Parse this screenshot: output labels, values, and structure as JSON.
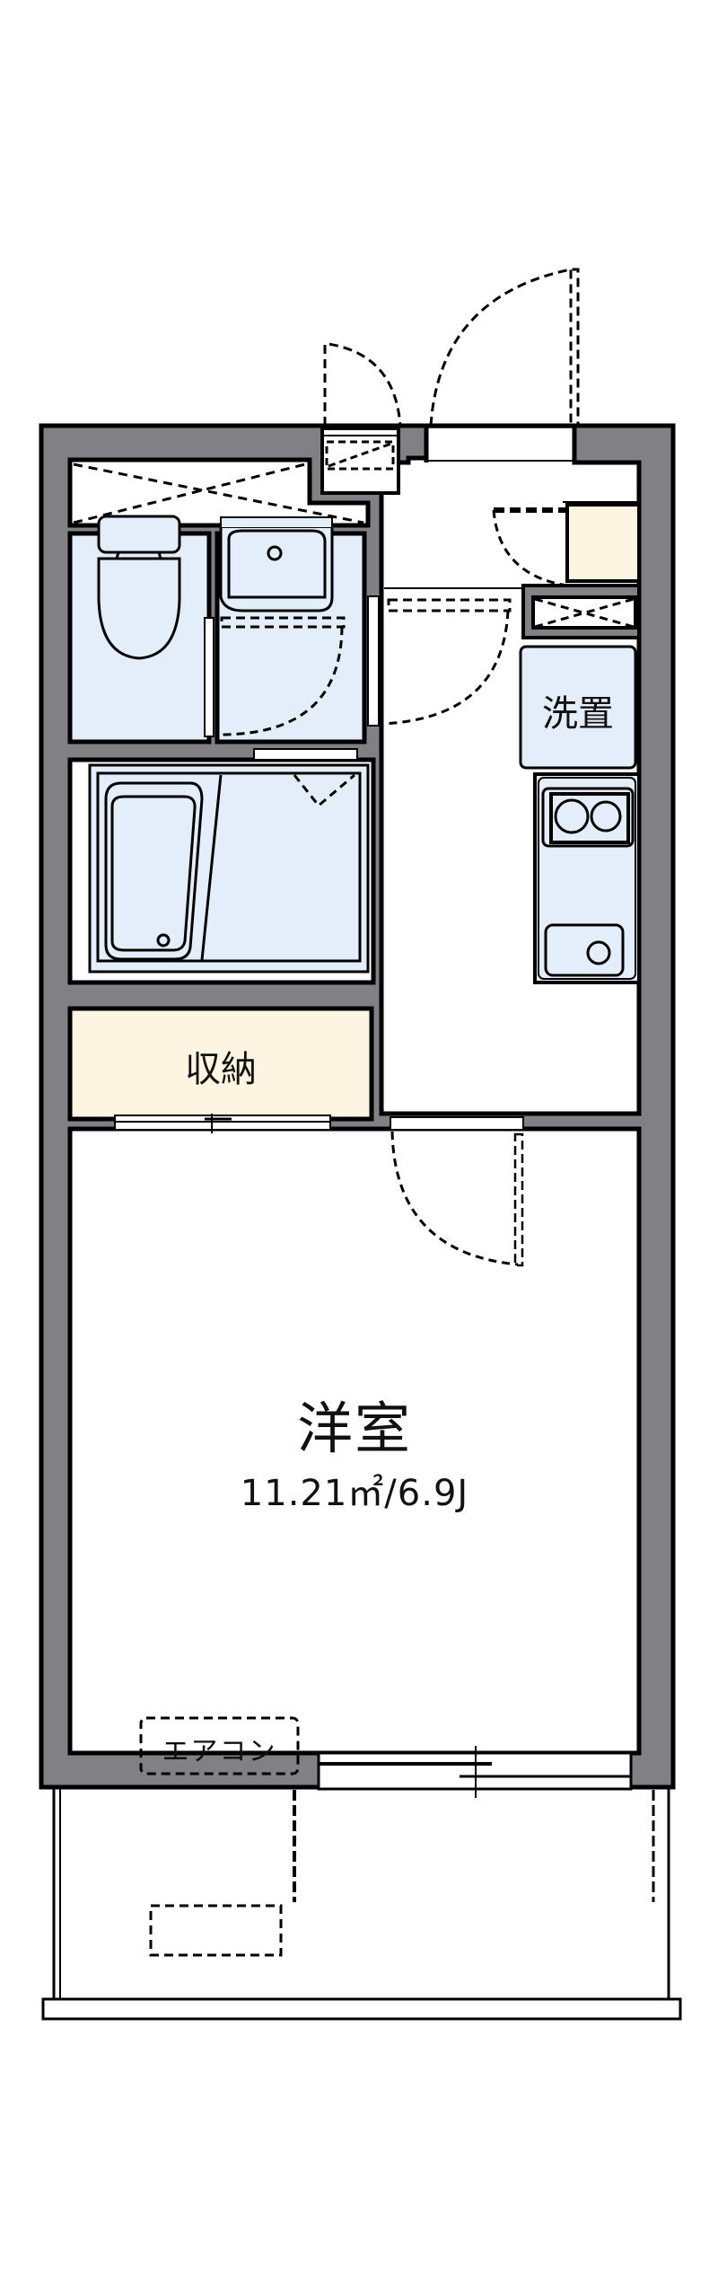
{
  "floorplan": {
    "colors": {
      "wall": "#818185",
      "outline": "#000000",
      "wet_area": "#e4eefb",
      "storage": "#fef4e2",
      "floor": "#ffffff"
    },
    "rooms": {
      "western_room": {
        "label": "洋室",
        "area": "11.21㎡/6.9J"
      },
      "storage": {
        "label": "収納"
      },
      "washer_space": {
        "label": "洗置"
      },
      "air_conditioner": {
        "label": "エアコン"
      }
    }
  }
}
